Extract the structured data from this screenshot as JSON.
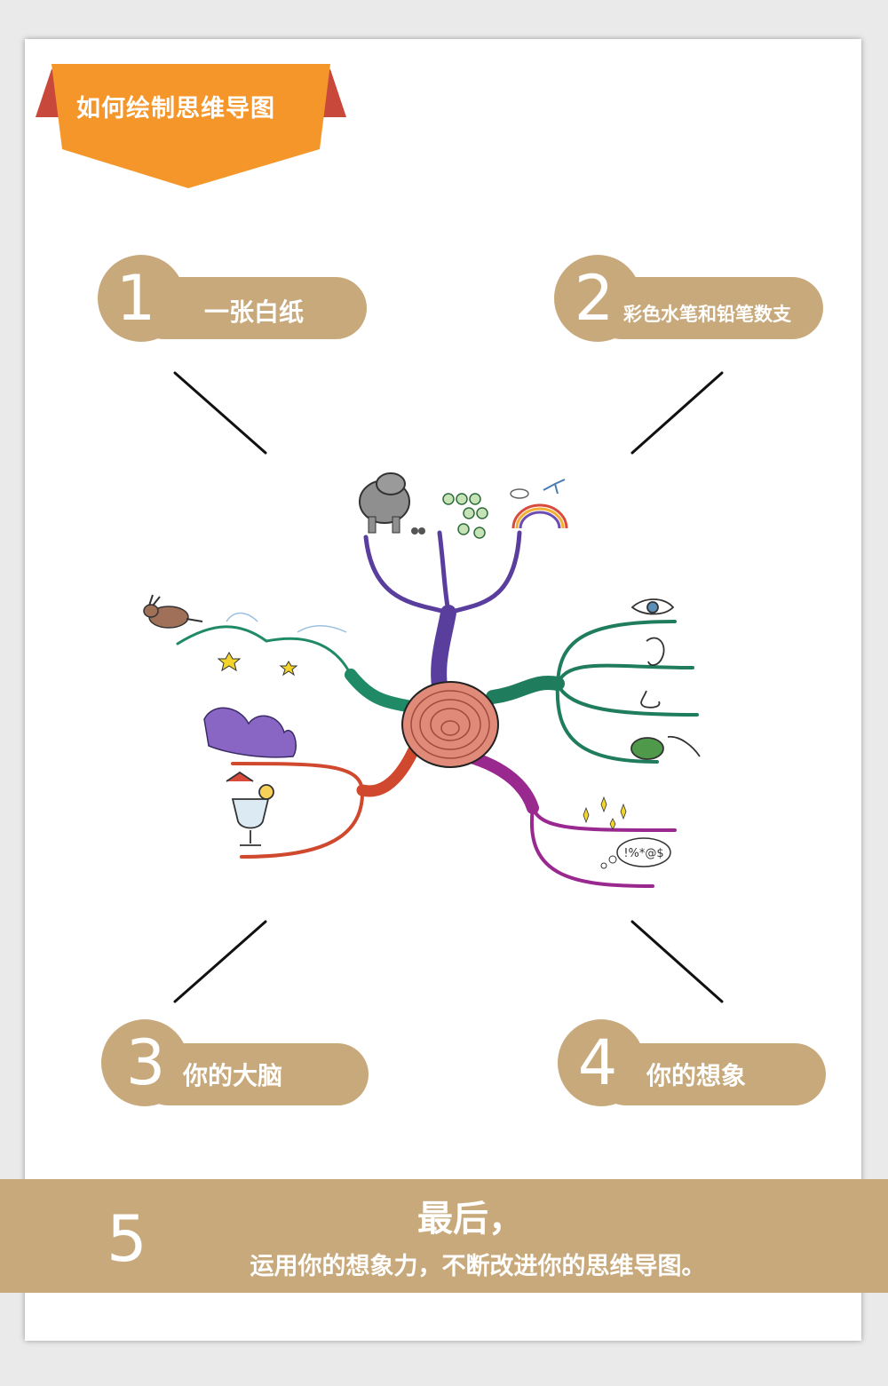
{
  "header": {
    "title": "如何绘制思维导图"
  },
  "steps": [
    {
      "number": "1",
      "label": "一张白纸"
    },
    {
      "number": "2",
      "label": "彩色水笔和铅笔数支"
    },
    {
      "number": "3",
      "label": "你的大脑"
    },
    {
      "number": "4",
      "label": "你的想象"
    }
  ],
  "final": {
    "number": "5",
    "title": "最后，",
    "subtitle": "运用你的想象力，不断改进你的思维导图。"
  },
  "colors": {
    "accent_orange": "#f5962a",
    "ribbon_red": "#c8493b",
    "tan": "#c8a97c"
  },
  "symbols_bubble": "!%*@$"
}
